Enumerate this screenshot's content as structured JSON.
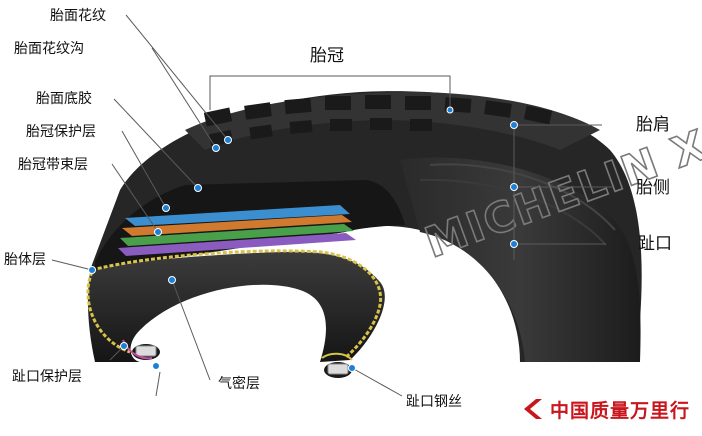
{
  "labels": {
    "tread_pattern": "胎面花纹",
    "tread_groove": "胎面花纹沟",
    "tread_base": "胎面底胶",
    "crown_protection": "胎冠保护层",
    "crown_belt": "胎冠带束层",
    "carcass": "胎体层",
    "bead_protection": "趾口保护层",
    "inner_liner": "气密层",
    "bead_wire": "趾口钢丝",
    "crown": "胎冠",
    "shoulder": "胎肩",
    "sidewall": "胎侧",
    "bead": "趾口"
  },
  "sidewall_brand": "MICHELIN X",
  "watermark": "中国质量万里行",
  "colors": {
    "rubber": "#1e1e1e",
    "leader_line": "#5a5a5a",
    "dot": "#1e7fd6",
    "carcass_ply": "#d8c34a",
    "belt_blue": "#3b8fd0",
    "belt_orange": "#d07a30",
    "belt_green": "#4aa04a",
    "belt_purple": "#8a5cc0",
    "brand_red": "#c8161d"
  }
}
